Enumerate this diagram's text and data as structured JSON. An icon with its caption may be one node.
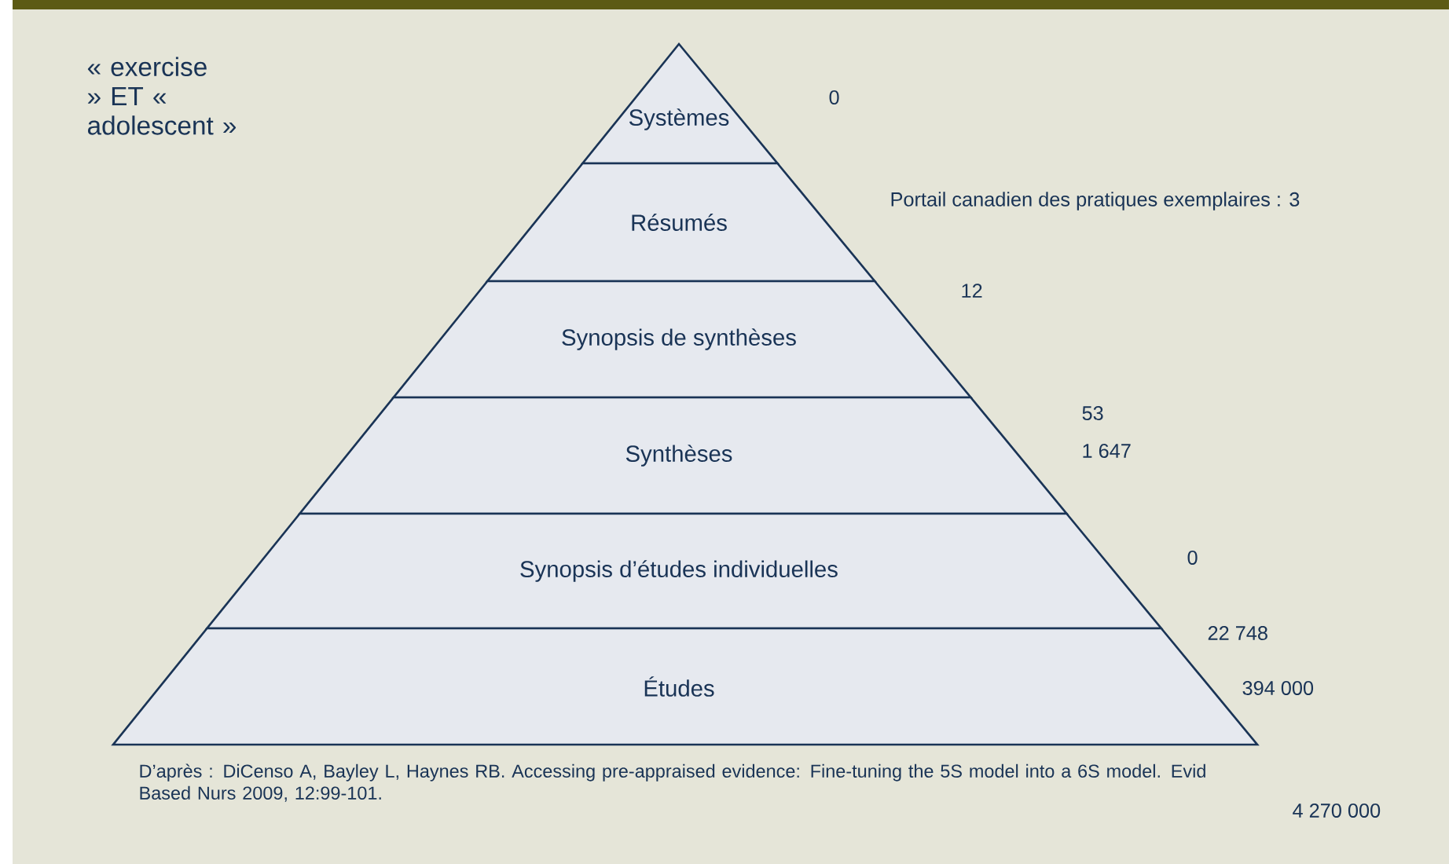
{
  "diagram": {
    "caption": "D’après : DiCenso A, Bayley L, Haynes RB. Accessing pre-appraised evidence: Fine-tuning the 5S model into a 6S model. Evid Based Nurs 2009, 12:99-101.",
    "nodes": [
      {
        "text": [
          "Systèmes"
        ],
        "beside": [
          "0"
        ]
      },
      {
        "text": [
          "Résumés"
        ],
        "beside": [
          "Portail canadien des pratiques exemplaires : 3"
        ]
      },
      {
        "text": [
          "Synopsis de synthèses"
        ],
        "beside": [
          "12"
        ]
      },
      {
        "text": [
          "Synthèses"
        ],
        "beside": [
          "53",
          "1 647"
        ]
      },
      {
        "text": [
          "Synopsis d’études individuelles"
        ],
        "beside": [
          "0"
        ]
      },
      {
        "text": [
          "Études"
        ],
        "beside": [
          "22 748",
          "394 000",
          "4 270 000"
        ]
      }
    ],
    "labels": [
      "« exercise » ET « adolescent »"
    ]
  }
}
